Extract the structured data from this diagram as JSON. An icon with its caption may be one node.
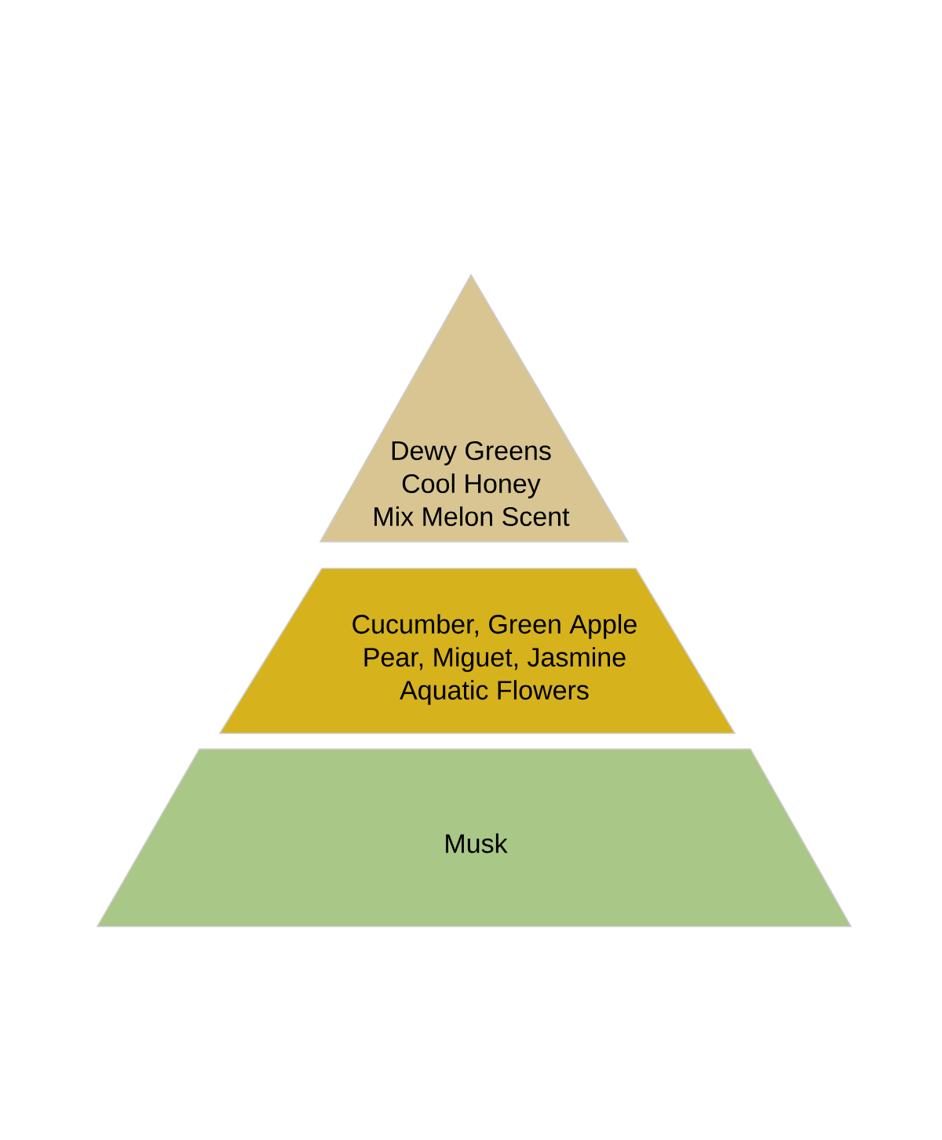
{
  "diagram": {
    "nodes": [
      {
        "text": [
          "Dewy Greens",
          "Cool Honey",
          "Mix Melon Scent"
        ]
      },
      {
        "text": [
          "Cucumber, Green Apple",
          "Pear, Miguet, Jasmine",
          "Aquatic Flowers"
        ]
      },
      {
        "text": [
          "Musk"
        ]
      }
    ]
  }
}
